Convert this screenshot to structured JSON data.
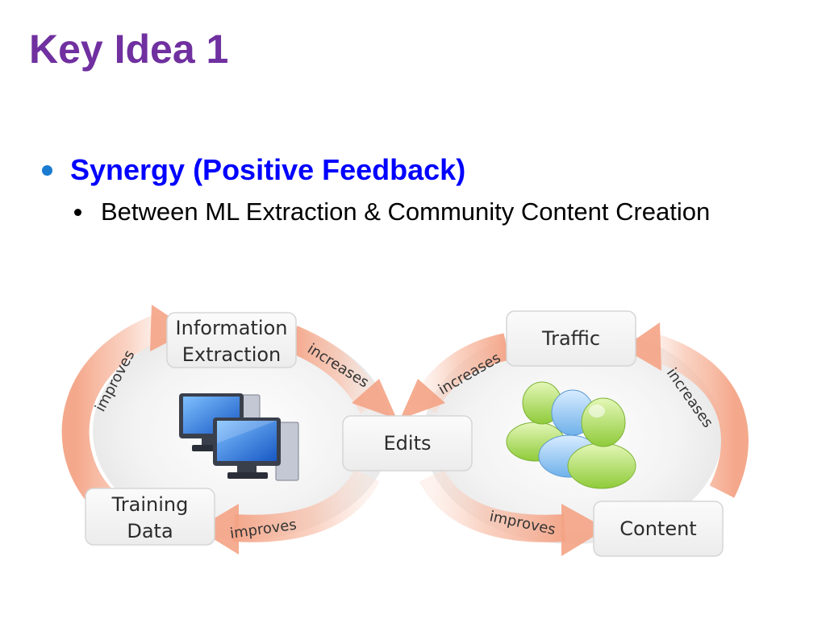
{
  "slide": {
    "title": "Key Idea 1",
    "bullet_1": "Synergy (Positive Feedback)",
    "bullet_2": "Between ML Extraction & Community Content Creation"
  },
  "diagram": {
    "nodes": {
      "information_extraction": [
        "Information",
        "Extraction"
      ],
      "training_data": [
        "Training",
        "Data"
      ],
      "edits": [
        "Edits"
      ],
      "traffic": [
        "Traffic"
      ],
      "content": [
        "Content"
      ]
    },
    "arrow_labels": {
      "left_improves_up": "improves",
      "left_increases": "increases",
      "left_improves_bottom": "improves",
      "right_increases_left": "increases",
      "right_increases_right": "increases",
      "right_improves_bottom": "improves"
    },
    "icons": {
      "left": "computers-icon",
      "right": "users-icon"
    },
    "colors": {
      "title": "#7030a0",
      "bullet_1_text": "#0000ff",
      "bullet_1_dot": "#1a7bd0",
      "arrow": "#f4a48a",
      "node_fill": "#f2f2f2",
      "node_border": "#d9d9d9"
    }
  }
}
